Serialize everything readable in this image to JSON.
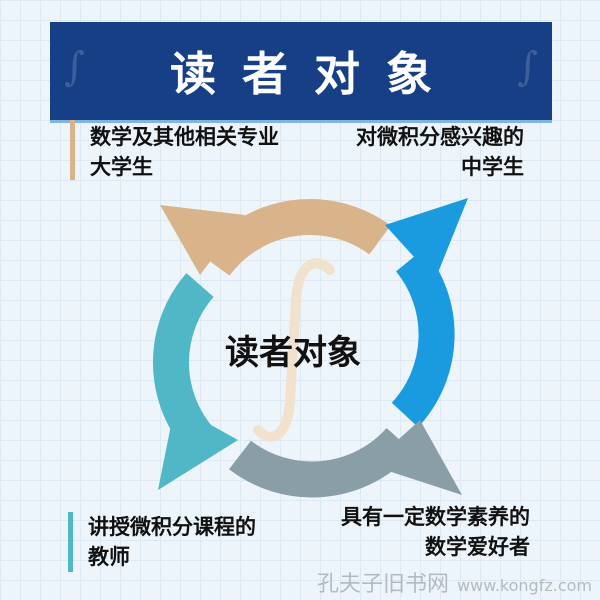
{
  "title": "读者对象",
  "center_label": "读者对象",
  "audiences": [
    {
      "line1": "数学及其他相关专业",
      "line2": "大学生",
      "color": "#d9b48a"
    },
    {
      "line1": "对微积分感兴趣的",
      "line2": "中学生",
      "color": "#1a9be0"
    },
    {
      "line1": "讲授微积分课程的",
      "line2": "教师",
      "color": "#4fb7c5"
    },
    {
      "line1": "具有一定数学素养的",
      "line2": "数学爱好者",
      "color": "#8a9ea8"
    }
  ],
  "watermark": {
    "name": "孔夫子旧书网",
    "url": "www.kongfz.com"
  }
}
